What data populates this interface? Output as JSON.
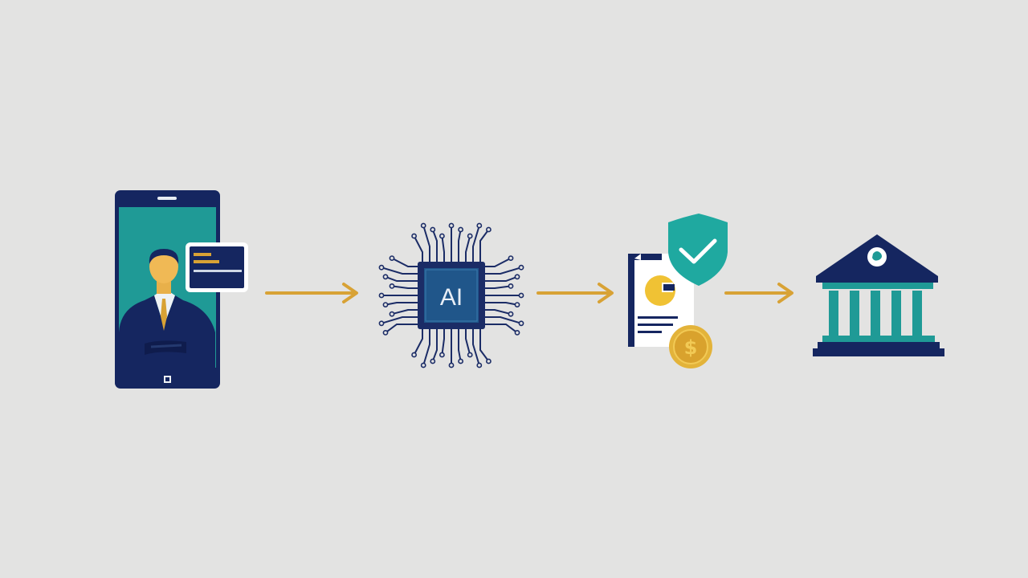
{
  "diagram": {
    "type": "process-flow",
    "direction": "left-to-right",
    "colors": {
      "background": "#e3e3e2",
      "navy": "#152660",
      "teal": "#1f9a96",
      "gold": "#d8a235",
      "coin": "#e3b33a",
      "paper": "#ffffff"
    },
    "steps": [
      {
        "icon": "smartphone-user-icon"
      },
      {
        "icon": "ai-chip-icon",
        "label": "AI"
      },
      {
        "icon": "approved-document-icon",
        "currency_symbol": "$"
      },
      {
        "icon": "bank-icon"
      }
    ],
    "connectors": [
      "arrow-right-icon",
      "arrow-right-icon",
      "arrow-right-icon"
    ]
  }
}
